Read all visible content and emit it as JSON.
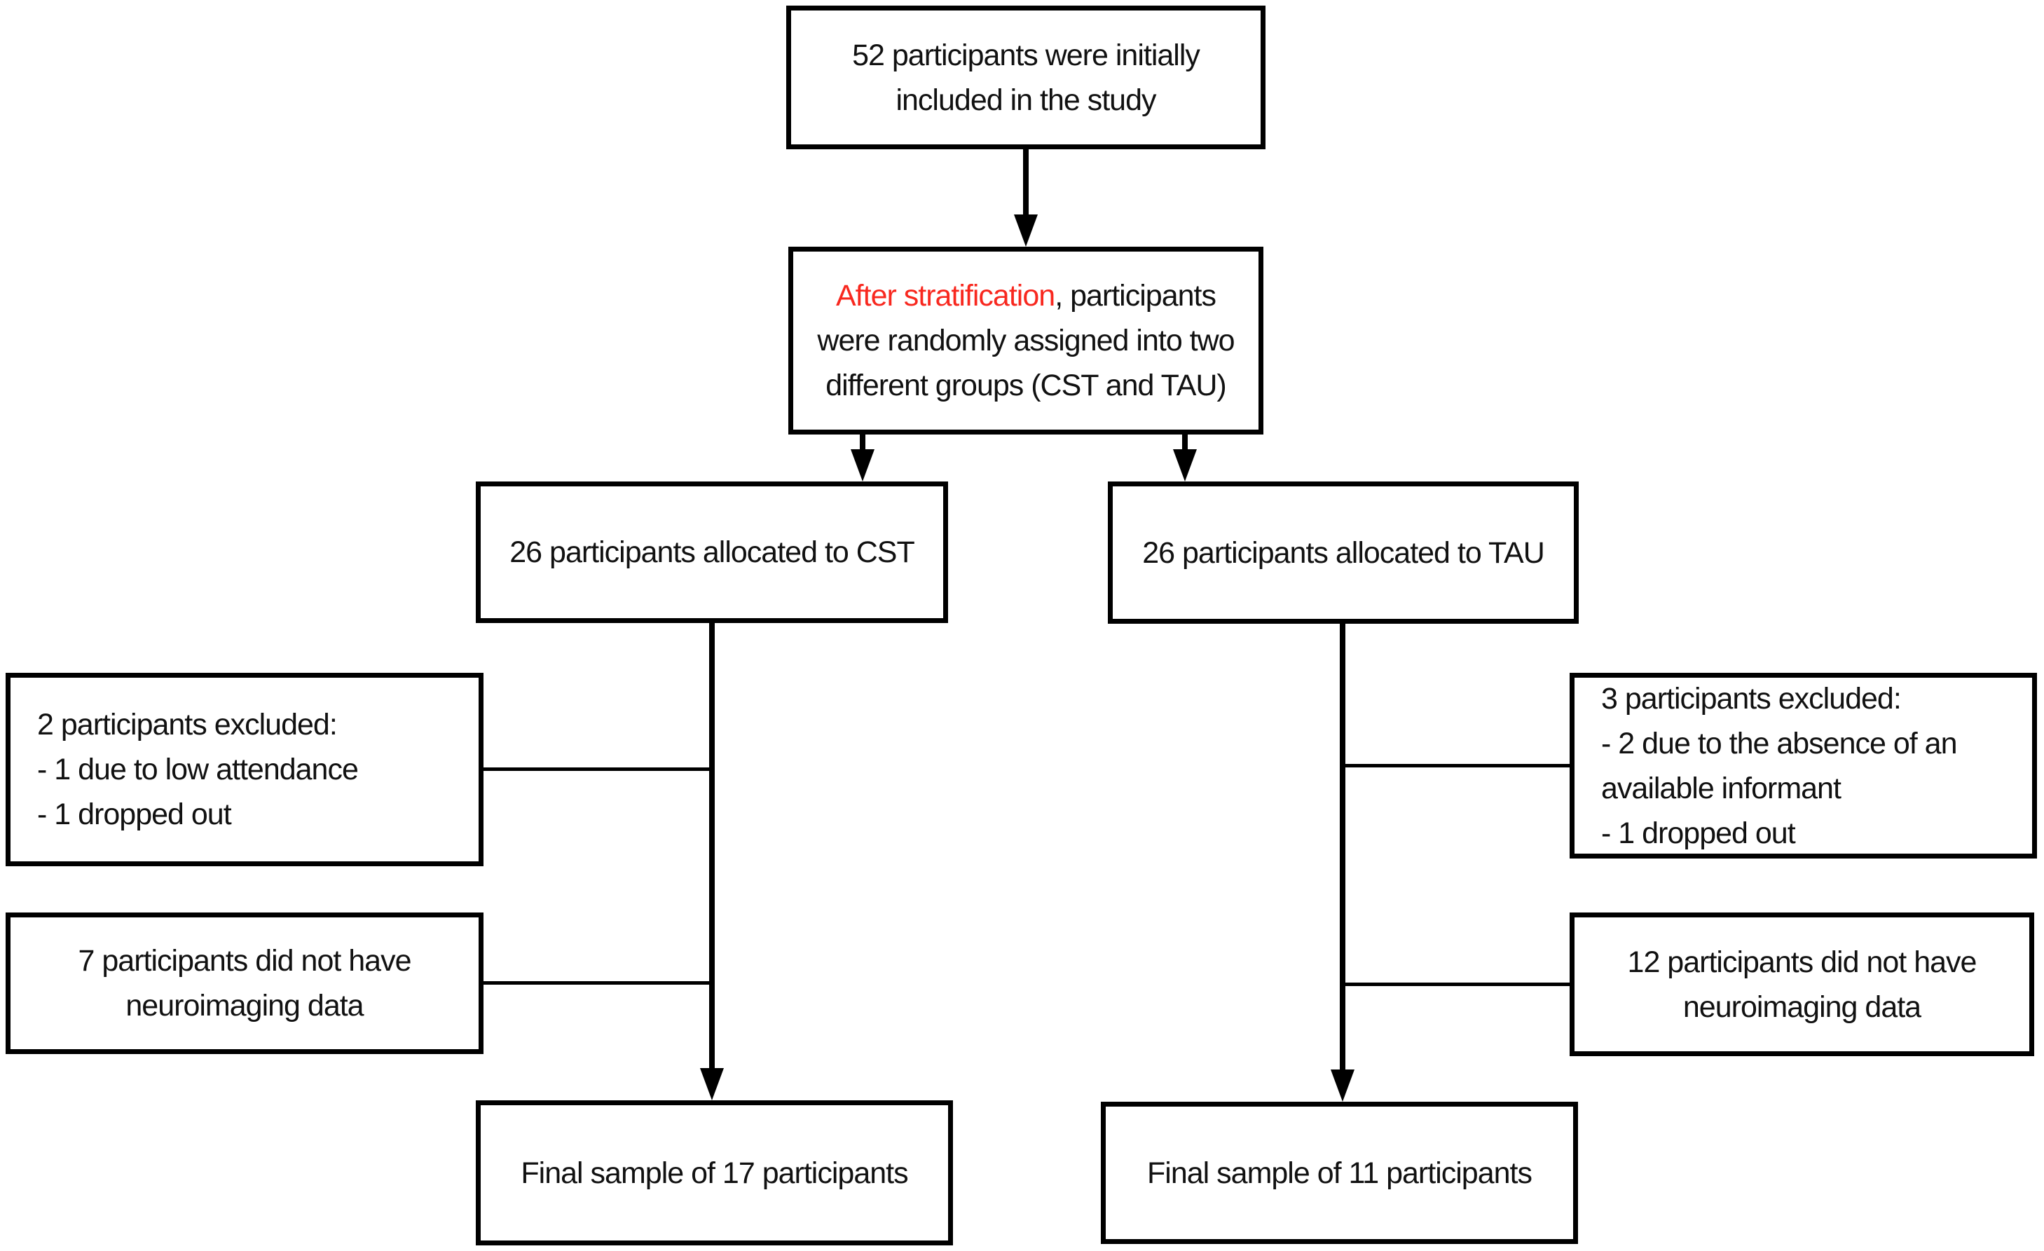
{
  "figure": {
    "type": "consort-flow-diagram",
    "background_color": "#ffffff",
    "box_border_color": "#000000",
    "text_color": "#111111",
    "accent_red": "#f8281f"
  },
  "boxes": {
    "initial": {
      "lines": [
        "52 participants were initially",
        "included in the study"
      ]
    },
    "stratification": {
      "red_text": "After stratification",
      "line1_rest": ", participants",
      "line2": "were randomly assigned into two",
      "line3": "different groups (CST and TAU)"
    },
    "cst_alloc": {
      "text": "26 participants allocated to CST"
    },
    "tau_alloc": {
      "text": "26 participants allocated to TAU"
    },
    "cst_excluded": {
      "lines": [
        "2 participants excluded:",
        "- 1 due to low attendance",
        "- 1 dropped out"
      ]
    },
    "cst_neuro": {
      "lines": [
        "7 participants did not have",
        "neuroimaging data"
      ]
    },
    "tau_excluded": {
      "lines": [
        "3 participants excluded:",
        "- 2 due to the absence of an",
        "available informant",
        "- 1 dropped out"
      ]
    },
    "tau_neuro": {
      "lines": [
        "12 participants did not have",
        "neuroimaging data"
      ]
    },
    "cst_final": {
      "text": "Final sample of 17 participants"
    },
    "tau_final": {
      "text": "Final sample of 11 participants"
    }
  }
}
